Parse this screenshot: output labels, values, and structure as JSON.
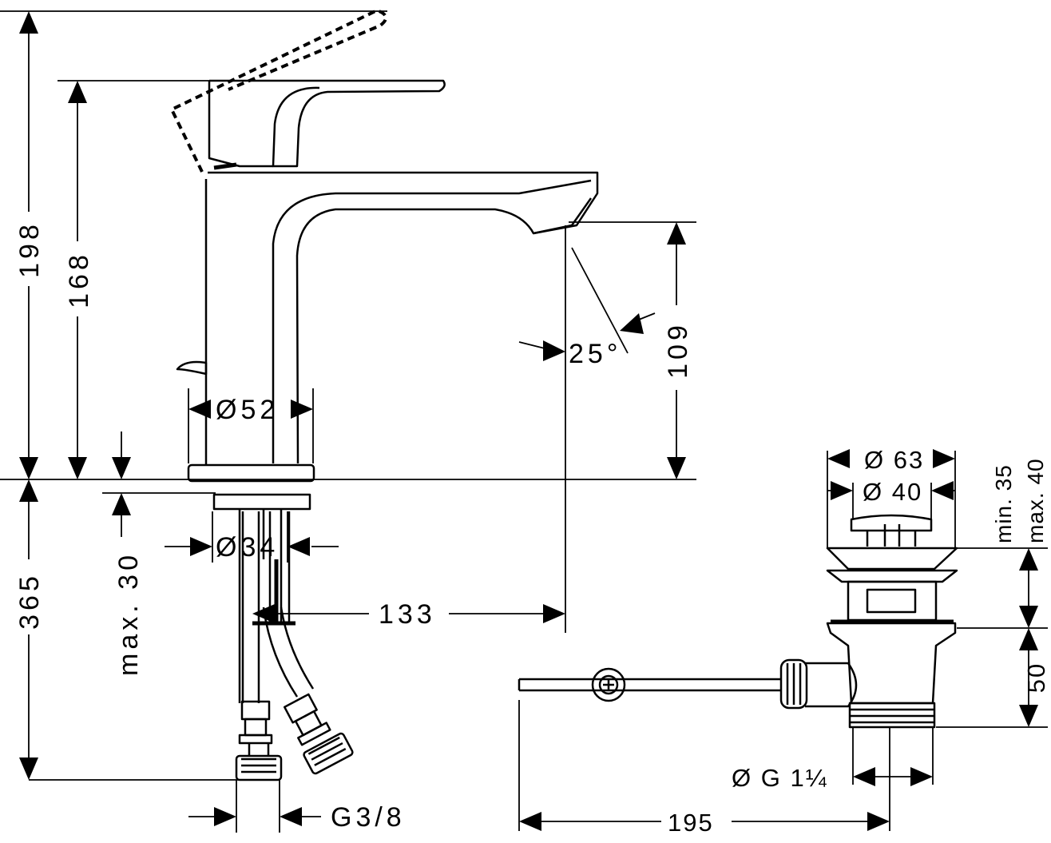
{
  "faucet": {
    "height_total": "198",
    "height_body": "168",
    "spout_clearance": "109",
    "spout_angle": "25°",
    "body_diameter": "Ø52",
    "shank_diameter": "Ø34",
    "spout_projection": "133",
    "hose_length": "365",
    "counter_thickness": "max. 30",
    "connection_thread": "G3/8"
  },
  "waste_valve": {
    "plug_outer_diameter": "Ø 63",
    "plug_inner_diameter": "Ø 40",
    "basin_min": "min. 35",
    "basin_max": "max. 40",
    "body_height": "50",
    "outlet_thread": "Ø G 1¼",
    "rod_length": "195"
  }
}
